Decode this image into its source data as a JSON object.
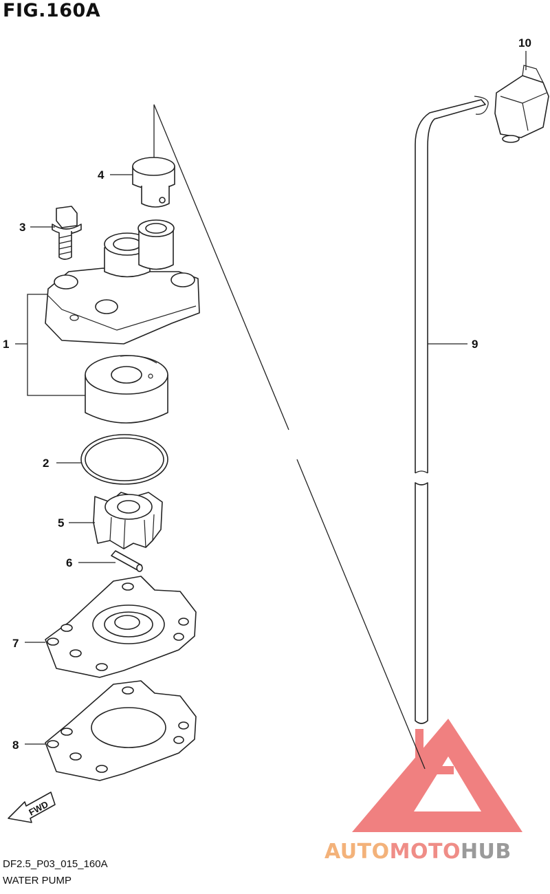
{
  "figure": {
    "title": "FIG.160A",
    "code": "DF2.5_P03_015_160A",
    "name": "WATER PUMP"
  },
  "callouts": [
    {
      "id": "c1",
      "label": "1",
      "part": "pump case with liner"
    },
    {
      "id": "c2",
      "label": "2",
      "part": "o-ring"
    },
    {
      "id": "c3",
      "label": "3",
      "part": "bolt"
    },
    {
      "id": "c4",
      "label": "4",
      "part": "grommet"
    },
    {
      "id": "c5",
      "label": "5",
      "part": "impeller"
    },
    {
      "id": "c6",
      "label": "6",
      "part": "key pin"
    },
    {
      "id": "c7",
      "label": "7",
      "part": "plate"
    },
    {
      "id": "c8",
      "label": "8",
      "part": "gasket"
    },
    {
      "id": "c9",
      "label": "9",
      "part": "water tube"
    },
    {
      "id": "c10",
      "label": "10",
      "part": "tube seal"
    }
  ],
  "fwd_label": "FWD",
  "watermark": {
    "text_part1": "AUTO",
    "text_part2": "MOTO",
    "text_part3": "HUB",
    "colors": {
      "part1": "#f3b27a",
      "part2": "#ef8d87",
      "part3": "#9a9a9a",
      "logo": "#ee6b6b"
    }
  }
}
